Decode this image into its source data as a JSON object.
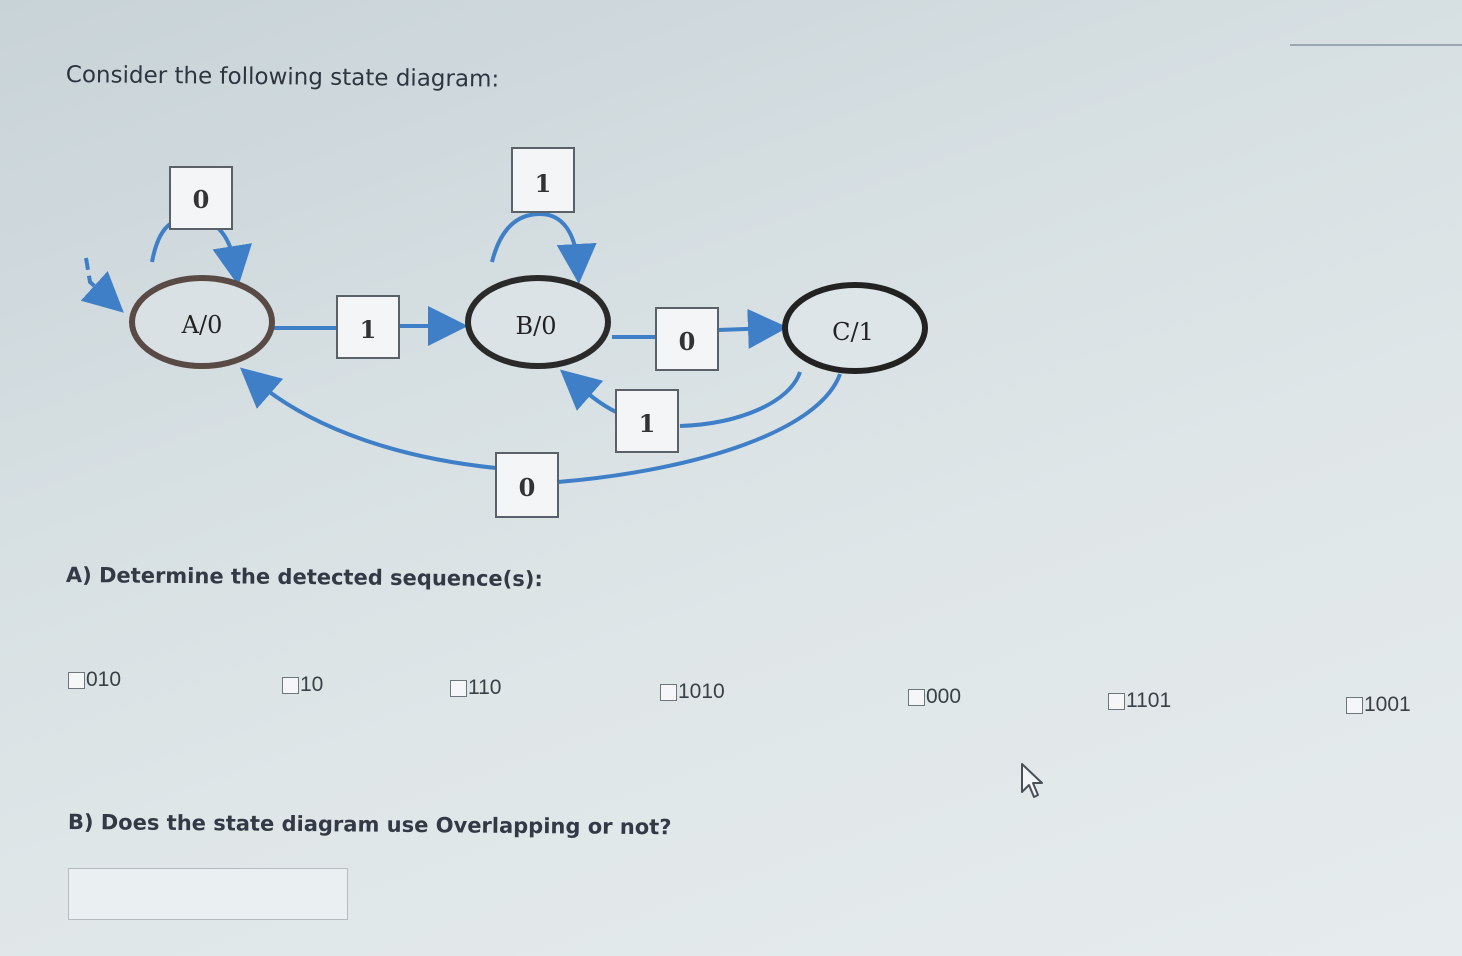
{
  "prompt": "Consider the following state diagram:",
  "diagram": {
    "states": [
      {
        "label": "A/0"
      },
      {
        "label": "B/0"
      },
      {
        "label": "C/1"
      }
    ],
    "transitions": [
      {
        "label": "0"
      },
      {
        "label": "1"
      },
      {
        "label": "1"
      },
      {
        "label": "0"
      },
      {
        "label": "1"
      },
      {
        "label": "0"
      }
    ],
    "colors": {
      "arrow": "#3f7fc7",
      "state_border": "#2a2a2a",
      "label_box": "#f3f5f6"
    }
  },
  "question_a": "A) Determine the detected sequence(s):",
  "options": [
    "010",
    "10",
    "110",
    "1010",
    "000",
    "1101",
    "1001"
  ],
  "question_b": "B) Does the state diagram use Overlapping or not?",
  "answer_b": {
    "value": "",
    "placeholder": ""
  }
}
